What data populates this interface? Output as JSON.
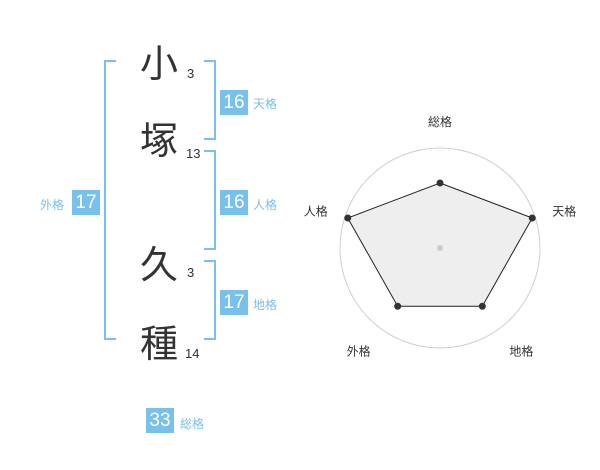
{
  "name": {
    "characters": [
      {
        "char": "小",
        "strokes": "3"
      },
      {
        "char": "塚",
        "strokes": "13"
      },
      {
        "char": "久",
        "strokes": "3"
      },
      {
        "char": "種",
        "strokes": "14"
      }
    ]
  },
  "kakusu": {
    "tenkaku": {
      "value": "16",
      "label": "天格"
    },
    "jinkaku": {
      "value": "16",
      "label": "人格"
    },
    "chikaku": {
      "value": "17",
      "label": "地格"
    },
    "gaikaku": {
      "value": "17",
      "label": "外格"
    },
    "soukaku": {
      "value": "33",
      "label": "総格"
    }
  },
  "colors": {
    "accent": "#79c0ea",
    "text": "#333333",
    "grid": "#cccccc",
    "fill": "#eeeeee"
  },
  "chart_data": {
    "type": "radar",
    "axes": [
      "総格",
      "天格",
      "地格",
      "外格",
      "人格"
    ],
    "values": [
      0.65,
      0.97,
      0.72,
      0.72,
      0.97
    ],
    "max": 1,
    "rings": 5
  }
}
